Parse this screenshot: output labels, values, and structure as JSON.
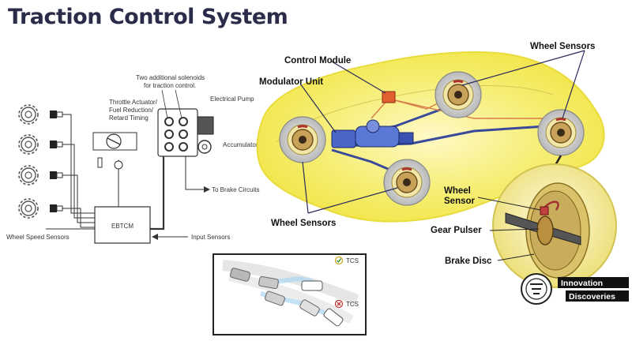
{
  "title": "Traction Control System",
  "left_diagram": {
    "solenoids_note_line1": "Two additional solenoids",
    "solenoids_note_line2": "for traction control.",
    "electrical_pump": "Electrical Pump",
    "throttle_line1": "Throttle Actuator/",
    "throttle_line2": "Fuel Reduction/",
    "throttle_line3": "Retard Timing",
    "accumulator": "Accumulator",
    "brake_circuits": "To Brake Circuits",
    "ebtcm": "EBTCM",
    "wheel_speed_sensors": "Wheel Speed Sensors",
    "input_sensors": "Input Sensors"
  },
  "car_diagram": {
    "control_module": "Control Module",
    "modulator_unit": "Modulator Unit",
    "wheel_sensors_top": "Wheel Sensors",
    "wheel_sensors_bottom": "Wheel Sensors",
    "wheel_sensor_line1": "Wheel",
    "wheel_sensor_line2": "Sensor",
    "gear_pulser": "Gear Pulser",
    "brake_disc": "Brake Disc"
  },
  "inset": {
    "tcs_on": "TCS",
    "tcs_off": "TCS"
  },
  "logo": {
    "line1": "Innovation",
    "line2": "Discoveries"
  },
  "colors": {
    "car_glow": "#f4ec5a",
    "brake_line": "#3a4a9a",
    "title": "#2b2b4a"
  }
}
